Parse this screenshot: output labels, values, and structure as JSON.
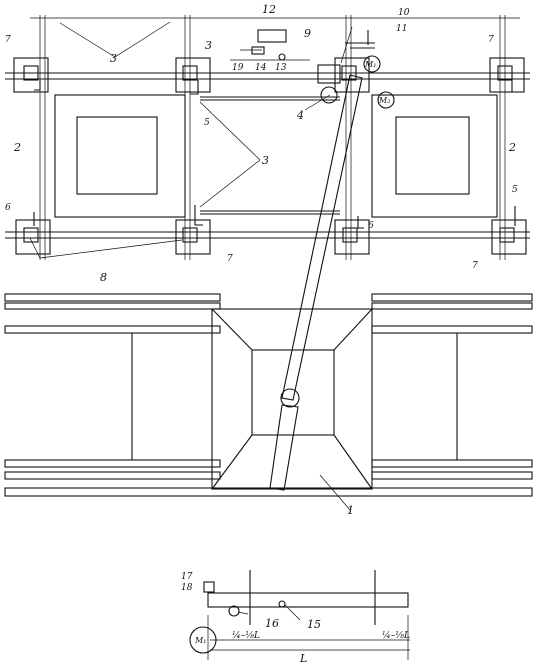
{
  "labels": {
    "n1": "1",
    "n2a": "2",
    "n2b": "2",
    "n3a": "3",
    "n3b": "3",
    "n3c": "3",
    "n4": "4",
    "n5a": "5",
    "n5b": "5",
    "n6a": "6",
    "n6b": "6",
    "n7a": "7",
    "n7b": "7",
    "n7c": "7",
    "n7d": "7",
    "n8": "8",
    "n9": "9",
    "n10": "10",
    "n11": "11",
    "n12": "12",
    "n13": "13",
    "n14": "14",
    "n15": "15",
    "n16": "16",
    "n17": "17",
    "n18": "18",
    "n19": "19"
  },
  "motors": {
    "m1": "M₁",
    "m2": "M₂",
    "m3": "M₁"
  },
  "dimensions": {
    "length": "L",
    "left_offset": "¼–⅛L",
    "right_offset": "¼–⅛L"
  }
}
